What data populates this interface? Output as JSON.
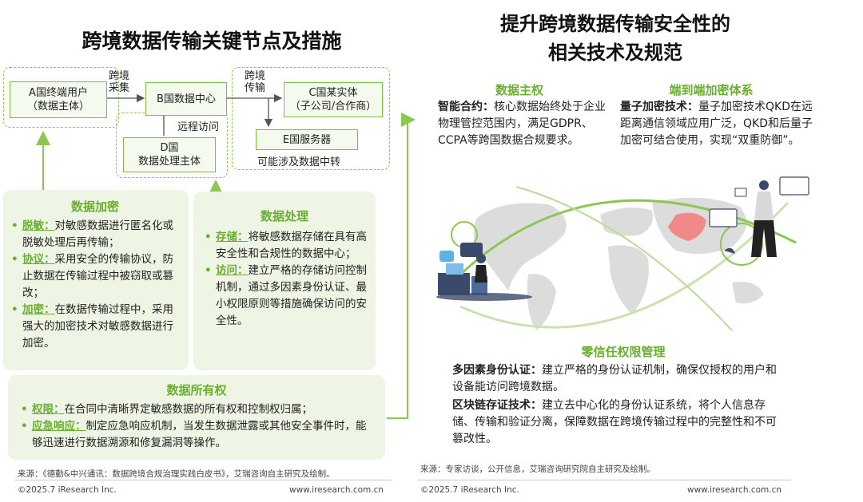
{
  "left": {
    "title": "跨境数据传输关键节点及措施",
    "nodes": {
      "a": [
        "A国终端用户",
        "（数据主体）"
      ],
      "b": "B国数据中心",
      "c": [
        "C国某实体",
        "（子公司/合作商）"
      ],
      "d": [
        "D国",
        "数据处理主体"
      ],
      "e": "E国服务器"
    },
    "edge_labels": {
      "ab": [
        "跨境",
        "采集"
      ],
      "bc": [
        "跨境",
        "传输"
      ],
      "remote": "远程访问",
      "transit": "可能涉及数据中转"
    },
    "encryption": {
      "title": "数据加密",
      "items": [
        {
          "key": "脱敏：",
          "text": "对敏感数据进行匿名化或脱敏处理后再传输；"
        },
        {
          "key": "协议：",
          "text": "采用安全的传输协议，防止数据在传输过程中被窃取或篡改；"
        },
        {
          "key": "加密：",
          "text": "在数据传输过程中，采用强大的加密技术对敏感数据进行加密。"
        }
      ]
    },
    "processing": {
      "title": "数据处理",
      "items": [
        {
          "key": "存储：",
          "text": "将敏感数据存储在具有高安全性和合规性的数据中心；"
        },
        {
          "key": "访问：",
          "text": "建立严格的存储访问控制机制，通过多因素身份认证、最小权限原则等措施确保访问的安全性。"
        }
      ]
    },
    "ownership": {
      "title": "数据所有权",
      "items": [
        {
          "key": "权限：",
          "text": "在合同中清晰界定敏感数据的所有权和控制权归属；"
        },
        {
          "key": "应急响应：",
          "text": "制定应急响应机制，当发生数据泄露或其他安全事件时，能够迅速进行数据溯源和修复漏洞等操作。"
        }
      ]
    },
    "source": "来源：《德勤&中兴通讯：数据跨境合规治理实践白皮书》，艾瑞咨询自主研究及绘制。",
    "copyright": "©2025.7 iResearch Inc.",
    "website": "www.iresearch.com.cn"
  },
  "right": {
    "title_line1": "提升跨境数据传输安全性的",
    "title_line2": "相关技术及规范",
    "sovereignty": {
      "title": "数据主权",
      "key": "智能合约：",
      "text": "核心数据始终处于企业物理管控范围内，满足GDPR、CCPA等跨国数据合规要求。"
    },
    "e2e": {
      "title": "端到端加密体系",
      "key": "量子加密技术：",
      "text": "量子加密技术QKD在远距离通信领域应用广泛，QKD和后量子加密可结合使用，实现“双重防御”。"
    },
    "zerotrust": {
      "title": "零信任权限管理",
      "items": [
        {
          "key": "多因素身份认证：",
          "text": "建立严格的身份认证机制，确保仅授权的用户和设备能访问跨境数据。"
        },
        {
          "key": "区块链存证技术：",
          "text": "建立去中心化的身份认证系统，将个人信息存储、传输和验证分离，保障数据在跨境传输过程中的完整性和不可篡改性。"
        }
      ]
    },
    "source": "来源：专家访谈，公开信息，艾瑞咨询研究院自主研究及绘制。",
    "copyright": "©2025.7 iResearch Inc.",
    "website": "www.iresearch.com.cn"
  },
  "colors": {
    "accent": "#6aae2f",
    "node_border": "#7cbf3f",
    "panel_bg": "#eef5e4"
  }
}
